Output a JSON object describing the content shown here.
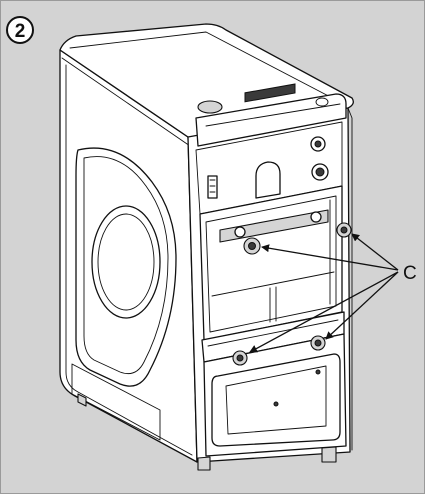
{
  "diagram": {
    "step_number": "2",
    "callout_label": "C",
    "background_color": "#d3d3d3",
    "line_color": "#111111",
    "parts": [
      {
        "name": "washer-dryer-cabinet"
      },
      {
        "name": "rear-panel-screw"
      },
      {
        "name": "rear-panel-screw"
      },
      {
        "name": "rear-panel-screw"
      },
      {
        "name": "rear-panel-screw"
      }
    ]
  }
}
